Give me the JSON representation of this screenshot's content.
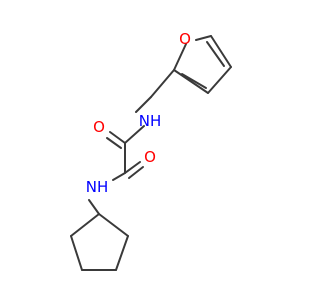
{
  "colors": {
    "bond": "#3a3a3a",
    "oxygen": "#ff0000",
    "nitrogen": "#0000ff",
    "background": "#ffffff"
  },
  "atoms": {
    "furan_oxygen": "O",
    "carbonyl_oxygen_1": "O",
    "carbonyl_oxygen_2": "O",
    "amide_nitrogen_1": "NH",
    "amide_nitrogen_2": "NH"
  }
}
